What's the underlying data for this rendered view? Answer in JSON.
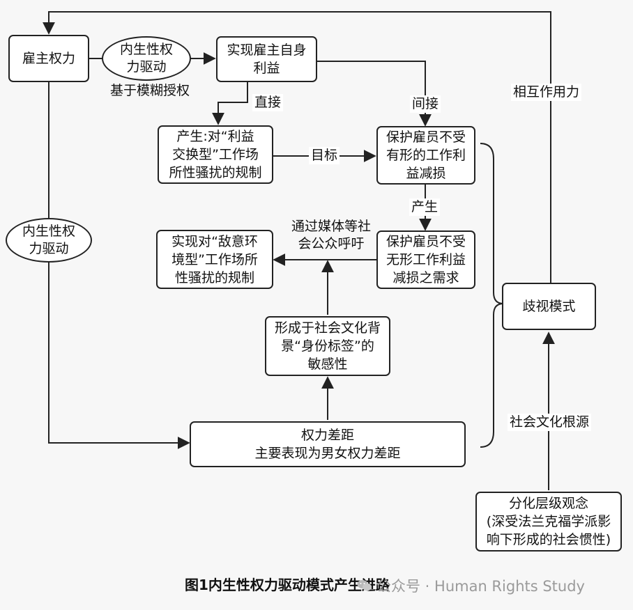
{
  "diagram": {
    "nodes": {
      "employer_power": "雇主权力",
      "internal_drive_top": "内生性权\n力驱动",
      "fuzzy_authorization": "基于模糊授权",
      "self_interest": "实现雇主自身\n利益",
      "quid_pro_quo": "产生:对“利益\n交换型”工作场\n所性骚扰的规制",
      "protect_tangible": "保护雇员不受\n有形的工作利\n益减损",
      "internal_drive_left": "内生性权\n力驱动",
      "hostile_env": "实现对“敌意环\n境型”工作场所\n性骚扰的规制",
      "media_appeal": "通过媒体等社\n会公众呼吁",
      "protect_intangible": "保护雇员不受\n无形工作利益\n减损之需求",
      "discrimination_model": "歧视模式",
      "identity_sensitivity": "形成于社会文化背\n景“身份标签”的\n敏感性",
      "power_gap": "权力差距\n主要表现为男女权力差距",
      "hierarchy_concept": "分化层级观念\n(深受法兰克福学派影\n响下形成的社会惯性)"
    },
    "edge_labels": {
      "direct": "直接",
      "indirect": "间接",
      "goal": "目标",
      "produce": "产生",
      "interaction": "相互作用力",
      "sociocultural_root": "社会文化根源"
    }
  },
  "caption": "图1内生性权力驱动模式产生进路",
  "watermark": "公众号 · Human Rights Study"
}
